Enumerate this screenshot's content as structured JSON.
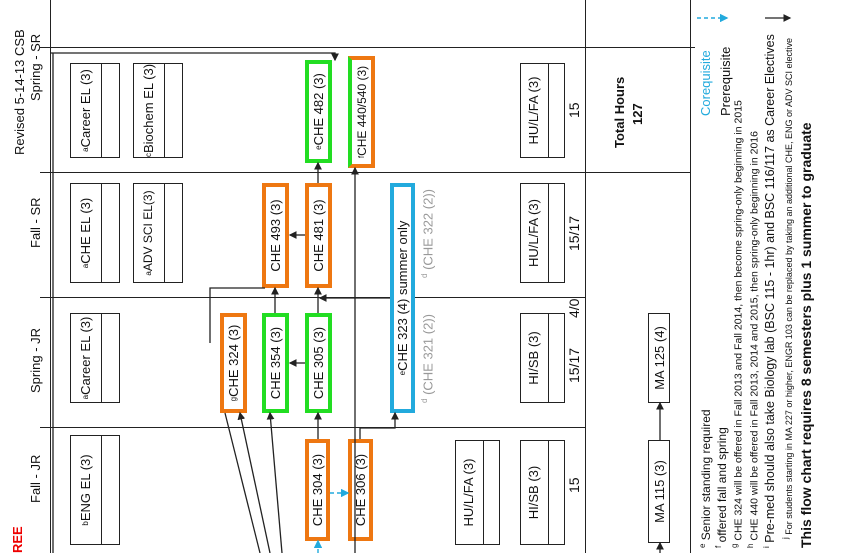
{
  "header": {
    "revised": "Revised 5-14-13 CSB",
    "left_fragment": "REE"
  },
  "terms": [
    {
      "label": "Fall - JR",
      "hours": "15"
    },
    {
      "label": "Spring - JR",
      "hours": "15/17"
    },
    {
      "label": "Fall - SR",
      "hours": "15/17"
    },
    {
      "label": "Spring - SR",
      "hours": "15"
    }
  ],
  "between_hours": "4/0",
  "courses": {
    "eng_el": {
      "sup": "b",
      "label": "ENG EL (3)"
    },
    "career_el_sp_jr": {
      "sup": "a",
      "label": "Career EL (3)"
    },
    "che_el": {
      "sup": "a",
      "label": "CHE EL (3)"
    },
    "adv_sci_el": {
      "sup": "a",
      "label": "ADV SCI  EL(3)"
    },
    "career_el_sp_sr": {
      "sup": "a",
      "label": "Career EL (3)"
    },
    "biochem_el": {
      "sup": "c",
      "label": " Biochem EL (3)"
    },
    "che_324": {
      "sup": "g",
      "label": "CHE 324 (3)"
    },
    "che_354": {
      "label": "CHE 354 (3)"
    },
    "che_305": {
      "label": "CHE 305 (3)"
    },
    "che_304": {
      "label": "CHE 304 (3)"
    },
    "che_306": {
      "label": "CHE 306 (3)"
    },
    "che_493": {
      "label": "CHE 493 (3)"
    },
    "che_481": {
      "label": "CHE 481 (3)"
    },
    "che_482": {
      "sup": "e",
      "label": "CHE 482 (3)"
    },
    "che_440": {
      "sup": "f",
      "label": "CHE 440/540 (3)"
    },
    "che_323": {
      "sup": "e",
      "label": "CHE 323 (4) summer only"
    },
    "che_321": {
      "sup": "d",
      "label": "(CHE 321 (2))"
    },
    "che_322": {
      "sup": "d",
      "label": "(CHE 322 (2))"
    },
    "hu_lfa_fall_jr": {
      "label": "HU/L/FA (3)"
    },
    "hi_sb_fall_jr": {
      "label": "HI/SB (3)"
    },
    "hi_sb_sp_jr": {
      "label": "HI/SB (3)"
    },
    "hu_lfa_fall_sr": {
      "label": "HU/L/FA (3)"
    },
    "hu_lfa_sp_sr": {
      "label": "HU/L/FA (3)"
    },
    "ma_115": {
      "label": "MA 115 (3)"
    },
    "ma_125": {
      "label": "MA 125 (4)"
    }
  },
  "total": {
    "label": "Total Hours",
    "value": "127"
  },
  "legend": {
    "corequisite": "Corequisite",
    "prerequisite": "Prerequisite",
    "coreq_color": "#22aadd"
  },
  "highlight_colors": {
    "green": "#22dd22",
    "orange": "#ee7711",
    "blue": "#22aadd"
  },
  "footnotes": [
    {
      "sup": "e",
      "text": "Senior standing required"
    },
    {
      "sup": "f",
      "text": "offered fall and spring"
    },
    {
      "sup": "g",
      "text": "CHE 324 will be offered in Fall 2013 and Fall 2014, then become spring-only beginning in 2015"
    },
    {
      "sup": "h",
      "text": "CHE 440 will be offered in Fall 2013, 2014 and 2015, then spring-only beginning in 2016"
    },
    {
      "sup": "i",
      "text": "Pre-med should also take Biology lab (BSC 115 - 1hr) and BSC 116/117 as Career Electives"
    },
    {
      "sup": "j",
      "text": "For students starting in MA 227 or higher, ENGR 103 can be replaced by taking an additional CHE, ENG or ADV SCI elective"
    }
  ],
  "summary": "This flow chart requires 8 semesters plus 1 summer to graduate"
}
